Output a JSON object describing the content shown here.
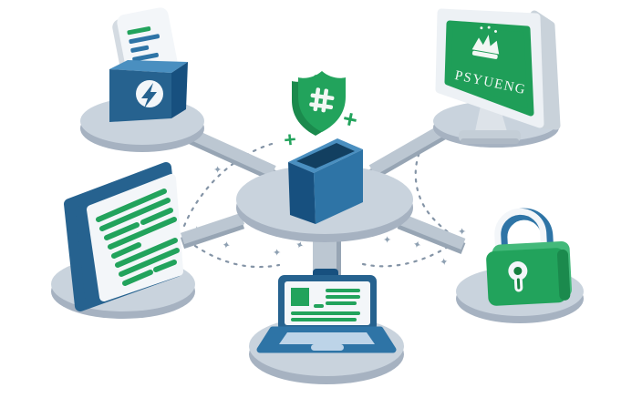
{
  "glyphs": {
    "plus": "+",
    "sparkle": "✦"
  },
  "nodes": [
    {
      "id": "receipt-device",
      "icon": "lightning-bolt-icon"
    },
    {
      "id": "monitor",
      "icon": "crown-icon",
      "screen_text": "PSYUENG"
    },
    {
      "id": "security-shield",
      "icon": "hash-icon"
    },
    {
      "id": "storage-box"
    },
    {
      "id": "code-document"
    },
    {
      "id": "padlock",
      "icon": "keyhole-icon"
    },
    {
      "id": "laptop"
    }
  ],
  "colors": {
    "bg": "#ffffff",
    "platform-top": "#c9d3dd",
    "platform-side": "#a6b2c1",
    "connector": "#bcc7d2",
    "connector-edge": "#97a5b4",
    "blue-900": "#17507f",
    "blue-700": "#26628f",
    "blue-500": "#2e74a6",
    "blue-300": "#4a8fc0",
    "blue-deck": "#bdd4e8",
    "box-inner": "#123f60",
    "green-600": "#22a35c",
    "green-700": "#1b8a4d",
    "green-300": "#43b97a",
    "screen-green": "#1f9e58",
    "white-soft": "#f3f6f9",
    "frame-white": "#edf1f5",
    "frame-side": "#c9d2da",
    "stand-gray": "#dde3e9",
    "base-gray": "#c4ced7",
    "base-gray-dark": "#aeb9c5",
    "dots": "#8494a6",
    "sparkle": "#8ea0b2",
    "ink-white": "#f2f7f4"
  }
}
